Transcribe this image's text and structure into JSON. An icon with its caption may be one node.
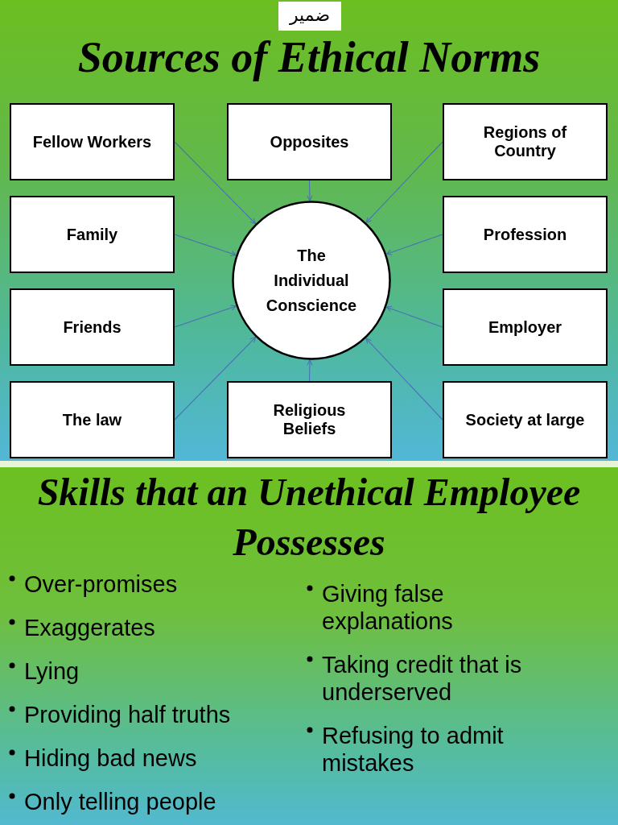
{
  "diagram": {
    "title": "Sources of Ethical Norms",
    "nodes": [
      {
        "text": [
          "Fellow Workers"
        ]
      },
      {
        "text": [
          "Opposites"
        ]
      },
      {
        "text": [
          "Regions of Country"
        ]
      },
      {
        "text": [
          "Family"
        ]
      },
      {
        "text": [
          "The Individual Conscience"
        ]
      },
      {
        "text": [
          "Profession"
        ]
      },
      {
        "text": [
          "Friends"
        ]
      },
      {
        "text": [
          "Employer"
        ]
      },
      {
        "text": [
          "The law"
        ]
      },
      {
        "text": [
          "Religious Beliefs"
        ]
      },
      {
        "text": [
          "Society at large"
        ]
      }
    ],
    "edges": [
      {
        "from": 0,
        "to": 4,
        "arrow": "to"
      },
      {
        "from": 1,
        "to": 4,
        "arrow": "to"
      },
      {
        "from": 2,
        "to": 4,
        "arrow": "to"
      },
      {
        "from": 3,
        "to": 4,
        "arrow": "to"
      },
      {
        "from": 5,
        "to": 4,
        "arrow": "to"
      },
      {
        "from": 6,
        "to": 4,
        "arrow": "to"
      },
      {
        "from": 7,
        "to": 4,
        "arrow": "to"
      },
      {
        "from": 8,
        "to": 4,
        "arrow": "to"
      },
      {
        "from": 9,
        "to": 4,
        "arrow": "to"
      },
      {
        "from": 10,
        "to": 4,
        "arrow": "to"
      }
    ],
    "labels": [
      "ضمير",
      "Skills that an Unethical Employee Possesses",
      "Over-promises",
      "Exaggerates",
      "Lying",
      "Providing half truths",
      "Hiding bad news",
      "Only telling people",
      "Giving false explanations",
      "Taking credit that is underserved",
      "Refusing to admit mistakes"
    ]
  }
}
